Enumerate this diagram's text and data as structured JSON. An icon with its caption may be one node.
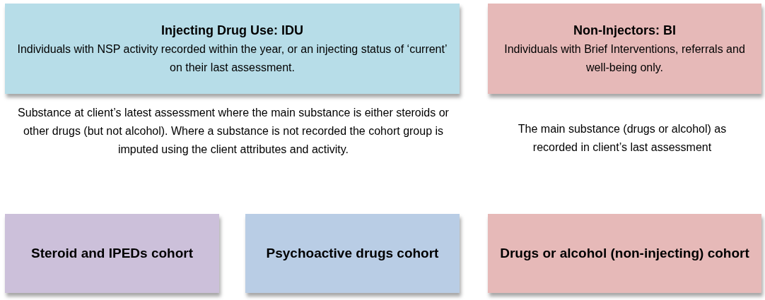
{
  "diagram": {
    "nodes": [
      {
        "text": [
          "Injecting Drug Use: IDU",
          "Individuals with NSP activity recorded within the year, or an injecting status of ‘current’ on their last assessment."
        ]
      },
      {
        "text": [
          "Non-Injectors: BI",
          "Individuals with Brief Interventions, referrals and well-being only."
        ]
      },
      {
        "text": [
          "Steroid and IPEDs cohort"
        ]
      },
      {
        "text": [
          "Psychoactive drugs cohort"
        ]
      },
      {
        "text": [
          "Drugs or alcohol (non-injecting) cohort"
        ]
      }
    ],
    "labels": [
      "Substance at client’s latest assessment where the main substance is either steroids or other drugs (but not alcohol). Where a substance is not recorded the cohort group is imputed using the client attributes and activity.",
      "The main substance (drugs or alcohol) as recorded in client’s last assessment"
    ]
  }
}
